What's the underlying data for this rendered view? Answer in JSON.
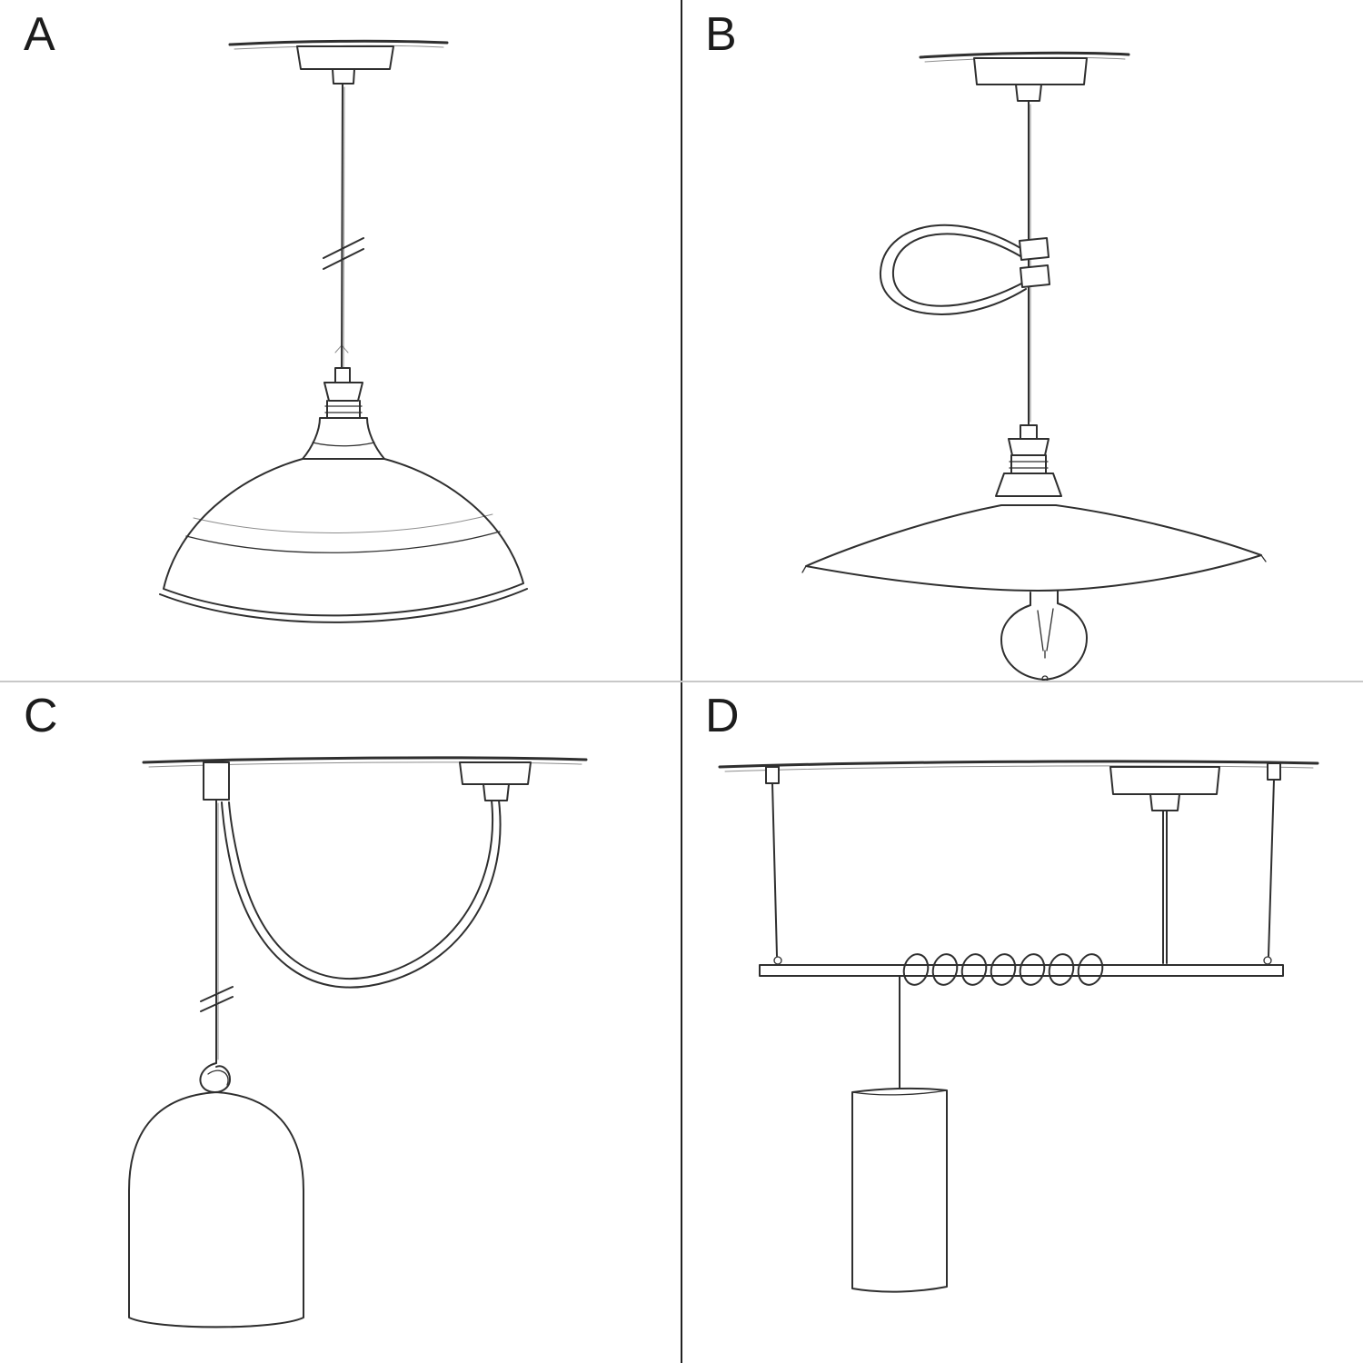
{
  "page": {
    "background": "#ffffff",
    "ink_color": "#2f2f2f",
    "divider_vertical_color": "#222222",
    "divider_horizontal_color": "#c8c8c8"
  },
  "quadrants": [
    {
      "label": "A",
      "illustration": "pendant-straight-cable-deep-metal-shade-sketch"
    },
    {
      "label": "B",
      "illustration": "pendant-cable-loop-clip-flat-shade-bulb-sketch"
    },
    {
      "label": "C",
      "illustration": "swag-pendant-hook-knot-bell-shade-sketch"
    },
    {
      "label": "D",
      "illustration": "suspended-bar-coiled-cable-cylinder-pendant-sketch"
    }
  ]
}
